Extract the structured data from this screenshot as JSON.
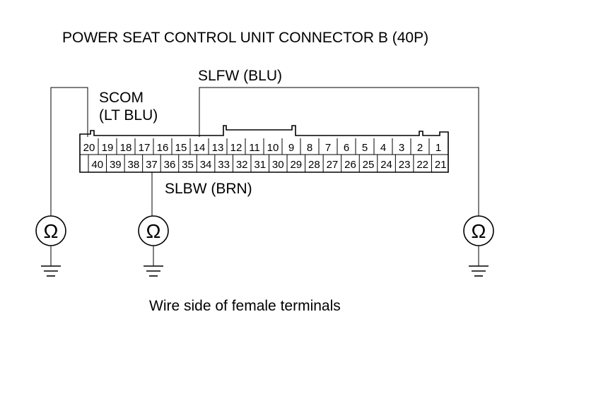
{
  "title": "POWER SEAT CONTROL UNIT CONNECTOR B (40P)",
  "wires": {
    "slfw": "SLFW (BLU)",
    "scom_line1": "SCOM",
    "scom_line2": "(LT BLU)",
    "slbw": "SLBW (BRN)"
  },
  "connector": {
    "top_row": [
      "20",
      "19",
      "18",
      "17",
      "16",
      "15",
      "14",
      "13",
      "12",
      "11",
      "10",
      "9",
      "8",
      "7",
      "6",
      "5",
      "4",
      "3",
      "2",
      "1"
    ],
    "bottom_row": [
      "",
      "40",
      "39",
      "38",
      "37",
      "36",
      "35",
      "34",
      "33",
      "32",
      "31",
      "30",
      "29",
      "28",
      "27",
      "26",
      "25",
      "24",
      "23",
      "22",
      "21"
    ]
  },
  "meter_symbol": "Ω",
  "caption": "Wire side of female terminals"
}
